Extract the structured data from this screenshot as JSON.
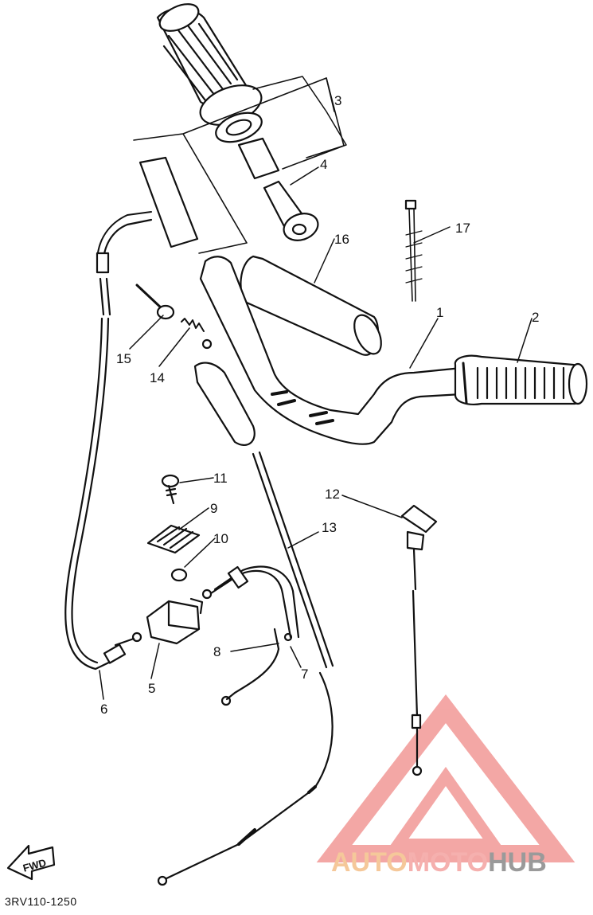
{
  "diagram": {
    "part_code": "3RV110-1250",
    "fwd_label": "FWD",
    "callouts": [
      {
        "id": "1",
        "text": "1"
      },
      {
        "id": "2",
        "text": "2"
      },
      {
        "id": "3",
        "text": "3"
      },
      {
        "id": "4",
        "text": "4"
      },
      {
        "id": "5",
        "text": "5"
      },
      {
        "id": "6",
        "text": "6"
      },
      {
        "id": "7",
        "text": "7"
      },
      {
        "id": "8",
        "text": "8"
      },
      {
        "id": "9",
        "text": "9"
      },
      {
        "id": "10",
        "text": "10"
      },
      {
        "id": "11",
        "text": "11"
      },
      {
        "id": "12",
        "text": "12"
      },
      {
        "id": "13",
        "text": "13"
      },
      {
        "id": "14",
        "text": "14"
      },
      {
        "id": "15",
        "text": "15"
      },
      {
        "id": "16",
        "text": "16"
      },
      {
        "id": "17",
        "text": "17"
      }
    ]
  },
  "watermark": {
    "part1": "AUTO",
    "part2": "MOTO",
    "part3": "HUB",
    "colors": {
      "part1": "#f5c89a",
      "part2": "#f5b0ae",
      "part3": "#9a9a9a",
      "logo": "#f08a88"
    }
  }
}
